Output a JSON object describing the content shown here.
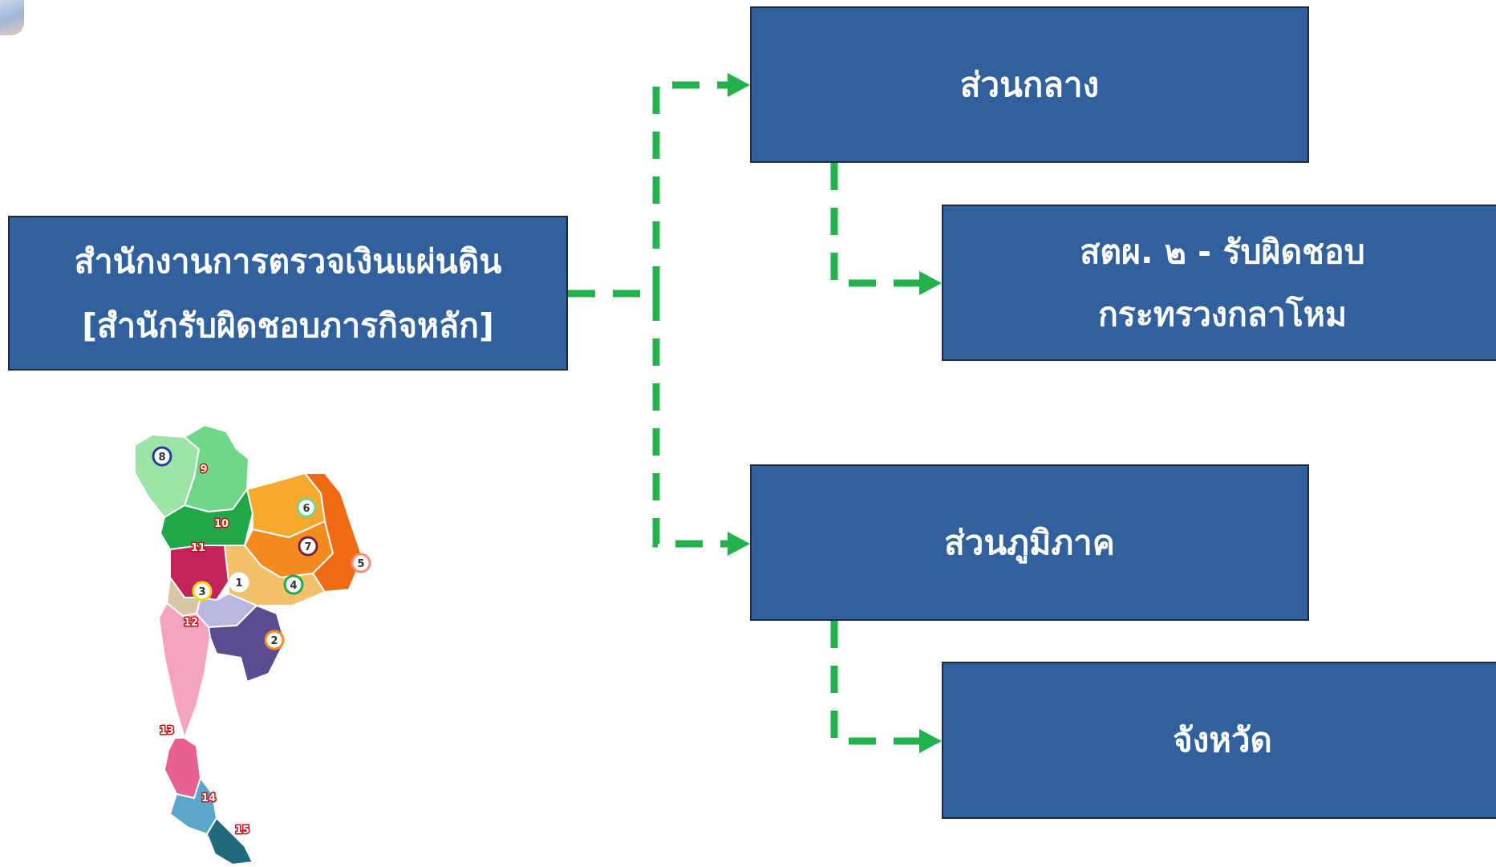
{
  "colors": {
    "box_fill": "#30609E",
    "connector": "#22B14C",
    "text": "#FFFFFF"
  },
  "root": {
    "line1": "สำนักงานการตรวจเงินแผ่นดิน",
    "line2": "[สำนักรับผิดชอบภารกิจหลัก]"
  },
  "central": {
    "label": "ส่วนกลาง",
    "child": {
      "line1": "สตผ. ๒ - รับผิดชอบ",
      "line2": "กระทรวงกลาโหม"
    }
  },
  "regional": {
    "label": "ส่วนภูมิภาค",
    "child": {
      "label": "จังหวัด"
    }
  },
  "map": {
    "region_numbers": [
      "1",
      "2",
      "3",
      "4",
      "5",
      "6",
      "7",
      "8",
      "9",
      "10",
      "11",
      "12",
      "13",
      "14",
      "15"
    ]
  }
}
